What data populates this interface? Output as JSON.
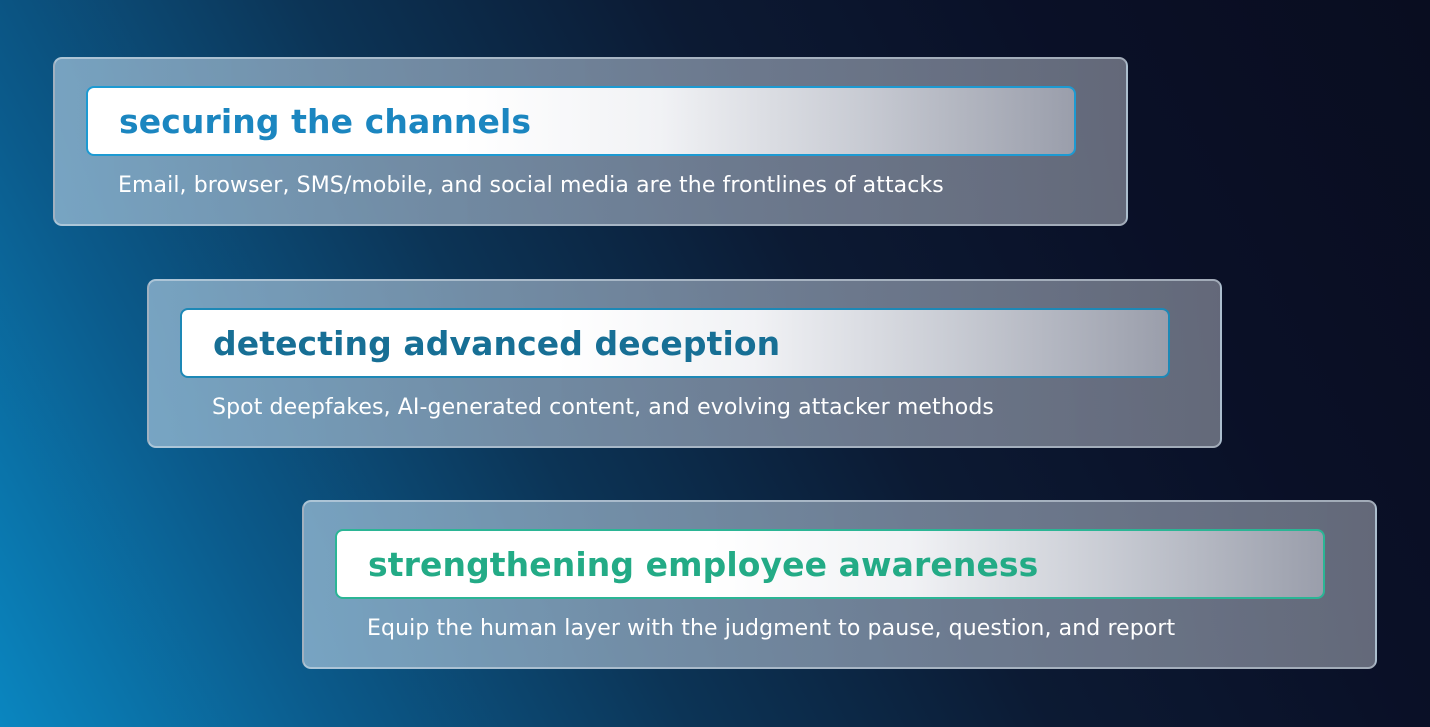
{
  "cards": [
    {
      "heading": "securing the channels",
      "description": "Email, browser, SMS/mobile, and social media are the frontlines of attacks",
      "accent_color": "#1b86c0"
    },
    {
      "heading": "detecting advanced deception",
      "description": "Spot deepfakes, AI-generated content, and evolving attacker methods",
      "accent_color": "#176f95"
    },
    {
      "heading": "strengthening employee awareness",
      "description": "Equip the human layer with the judgment to pause, question, and report",
      "accent_color": "#23ab86"
    }
  ],
  "colors": {
    "background_left": "#0a86c0",
    "background_right": "#090d20",
    "description_text": "#ffffff"
  }
}
